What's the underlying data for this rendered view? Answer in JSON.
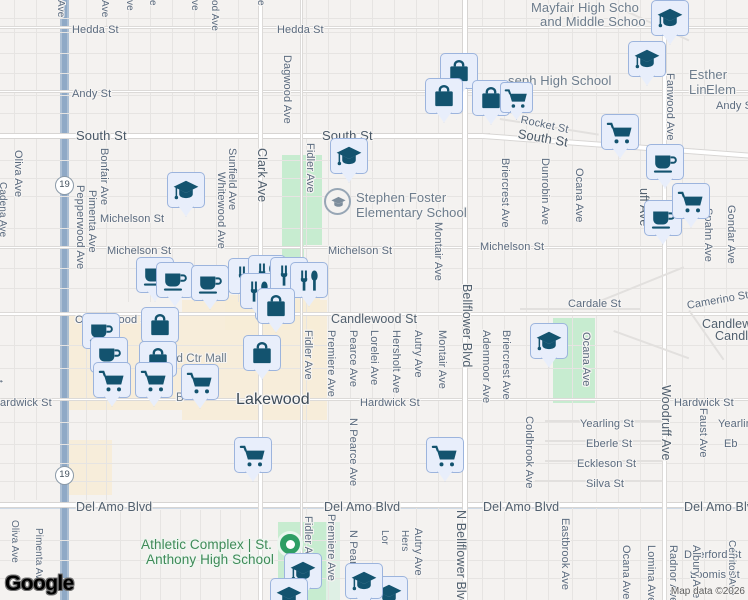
{
  "map": {
    "provider": "Google",
    "attribution": "Map data ©2026",
    "place_label": "Lakewood",
    "highway_shield": "19"
  },
  "pois": [
    {
      "name": "Mayfair High School and Middle School",
      "icon": "school-icon"
    },
    {
      "name": "St. Joseph High School",
      "icon": "school-icon"
    },
    {
      "name": "Esther Lindstrom Elementary",
      "icon": "school-icon"
    },
    {
      "name": "Stephen Foster Elementary School",
      "icon": "school-icon"
    },
    {
      "name": "Athletic Complex | St. Anthony High School",
      "icon": "park-icon"
    },
    {
      "name": "Lakewood Ctr Mall",
      "icon": "shopping-icon"
    }
  ],
  "poi_labels": {
    "mayfair_line1": "Mayfair High Scho",
    "mayfair_line2": "and Middle Schoo",
    "st_joseph": "seph High School",
    "esther_line1": "Esther Lin",
    "esther_line2": "Elem",
    "stephen_foster_line1": "Stephen Foster",
    "stephen_foster_line2": "Elementary School",
    "athletic_line1": "Athletic Complex | St.",
    "athletic_line2": "Anthony High School",
    "mall": "od Ctr Mall",
    "mall_b": "B",
    "lakewood": "Lakewood"
  },
  "streets": {
    "horizontal": [
      {
        "label": "Hedda St"
      },
      {
        "label": "Hedda St"
      },
      {
        "label": "Andy St"
      },
      {
        "label": "Andy St"
      },
      {
        "label": "South St"
      },
      {
        "label": "South St"
      },
      {
        "label": "South St"
      },
      {
        "label": "Rocket St"
      },
      {
        "label": "Michelson St"
      },
      {
        "label": "Michelson St"
      },
      {
        "label": "Michelson St"
      },
      {
        "label": "Michelson St"
      },
      {
        "label": "Candlewood St"
      },
      {
        "label": "Candlewood St"
      },
      {
        "label": "Candlew"
      },
      {
        "label": "Candl"
      },
      {
        "label": "Cardale St"
      },
      {
        "label": "Camerino St"
      },
      {
        "label": "Hardwick St"
      },
      {
        "label": "Hardwick St"
      },
      {
        "label": "Hardwick St"
      },
      {
        "label": "Yearling St"
      },
      {
        "label": "Yearlin"
      },
      {
        "label": "Eberle St"
      },
      {
        "label": "Eb"
      },
      {
        "label": "Eckleson St"
      },
      {
        "label": "Silva St"
      },
      {
        "label": "Del Amo Blvd"
      },
      {
        "label": "Del Amo Blvd"
      },
      {
        "label": "Del Amo Blvd"
      },
      {
        "label": "Del Amo Blv"
      },
      {
        "label": "Deerford St"
      },
      {
        "label": "Loomis St"
      }
    ],
    "vertical": [
      {
        "label": "Oliva Ave"
      },
      {
        "label": "Pimenta Ave"
      },
      {
        "label": "Pepperwood Ave"
      },
      {
        "label": "Bonfair Ave"
      },
      {
        "label": "Sunfield Ave"
      },
      {
        "label": "Whitewood Ave"
      },
      {
        "label": "Clark Ave"
      },
      {
        "label": "Dagwood Ave"
      },
      {
        "label": "Fidler Ave"
      },
      {
        "label": "Fidler Ave"
      },
      {
        "label": "Fidler Ave"
      },
      {
        "label": "Premiere Ave"
      },
      {
        "label": "Premiere Ave"
      },
      {
        "label": "Pearce Ave"
      },
      {
        "label": "N Pearce Ave"
      },
      {
        "label": "N Pearce Ave"
      },
      {
        "label": "Lorelei Ave"
      },
      {
        "label": "Hersholt Ave"
      },
      {
        "label": "Autry Ave"
      },
      {
        "label": "Autry Ave"
      },
      {
        "label": "Montair Ave"
      },
      {
        "label": "Montair Ave"
      },
      {
        "label": "Bellflower Blvd"
      },
      {
        "label": "N Bellflower Blvd"
      },
      {
        "label": "Adenmoor Ave"
      },
      {
        "label": "Briercrest Ave"
      },
      {
        "label": "Briercrest Ave"
      },
      {
        "label": "Dunrobin Ave"
      },
      {
        "label": "Ocana Ave"
      },
      {
        "label": "Ocana Ave"
      },
      {
        "label": "Ocana Ave"
      },
      {
        "label": "Coldbrook Ave"
      },
      {
        "label": "Eastbrook Ave"
      },
      {
        "label": "Woodruff Ave"
      },
      {
        "label": "Faust Ave"
      },
      {
        "label": "Fanwood Ave"
      },
      {
        "label": "Spahn Ave"
      },
      {
        "label": "Gondar Ave"
      },
      {
        "label": "Lomina Ave"
      },
      {
        "label": "Radnor Ave"
      },
      {
        "label": "Albury Ave"
      },
      {
        "label": "uff Ave"
      }
    ]
  },
  "markers": [
    {
      "id": "m01",
      "type": "school-icon"
    },
    {
      "id": "m02",
      "type": "school-icon"
    },
    {
      "id": "m03",
      "type": "school-icon"
    },
    {
      "id": "m04",
      "type": "school-icon"
    },
    {
      "id": "m05",
      "type": "school-icon"
    },
    {
      "id": "m06",
      "type": "school-icon"
    },
    {
      "id": "m07",
      "type": "school-icon"
    },
    {
      "id": "m08",
      "type": "school-icon"
    },
    {
      "id": "m09",
      "type": "school-icon"
    },
    {
      "id": "m10",
      "type": "shopping-bag-icon"
    },
    {
      "id": "m11",
      "type": "shopping-bag-icon"
    },
    {
      "id": "m12",
      "type": "shopping-bag-icon"
    },
    {
      "id": "m13",
      "type": "shopping-bag-icon"
    },
    {
      "id": "m14",
      "type": "shopping-bag-icon"
    },
    {
      "id": "m15",
      "type": "shopping-bag-icon"
    },
    {
      "id": "m16",
      "type": "grocery-cart-icon"
    },
    {
      "id": "m17",
      "type": "grocery-cart-icon"
    },
    {
      "id": "m18",
      "type": "grocery-cart-icon"
    },
    {
      "id": "m19",
      "type": "grocery-cart-icon"
    },
    {
      "id": "m20",
      "type": "grocery-cart-icon"
    },
    {
      "id": "m21",
      "type": "grocery-cart-icon"
    },
    {
      "id": "m22",
      "type": "grocery-cart-icon"
    },
    {
      "id": "m23",
      "type": "grocery-cart-icon"
    },
    {
      "id": "m24",
      "type": "coffee-cup-icon"
    },
    {
      "id": "m25",
      "type": "coffee-cup-icon"
    },
    {
      "id": "m26",
      "type": "coffee-cup-icon"
    },
    {
      "id": "m27",
      "type": "coffee-cup-icon"
    },
    {
      "id": "m28",
      "type": "coffee-cup-icon"
    },
    {
      "id": "m29",
      "type": "coffee-cup-icon"
    },
    {
      "id": "m30",
      "type": "restaurant-icon"
    },
    {
      "id": "m31",
      "type": "restaurant-icon"
    },
    {
      "id": "m32",
      "type": "restaurant-icon"
    },
    {
      "id": "m33",
      "type": "restaurant-icon"
    },
    {
      "id": "m34",
      "type": "restaurant-icon"
    }
  ],
  "colors": {
    "land": "#f4f2f0",
    "road": "#ffffff",
    "park": "#c7ecd0",
    "water": "#aec7e0",
    "commercial": "#f7ecd6",
    "pin_fill": "#e8eefb",
    "pin_border": "#9cb4dd",
    "pin_glyph": "#13536f",
    "label_text": "#5b6b7f",
    "park_label_text": "#3f8a58"
  }
}
